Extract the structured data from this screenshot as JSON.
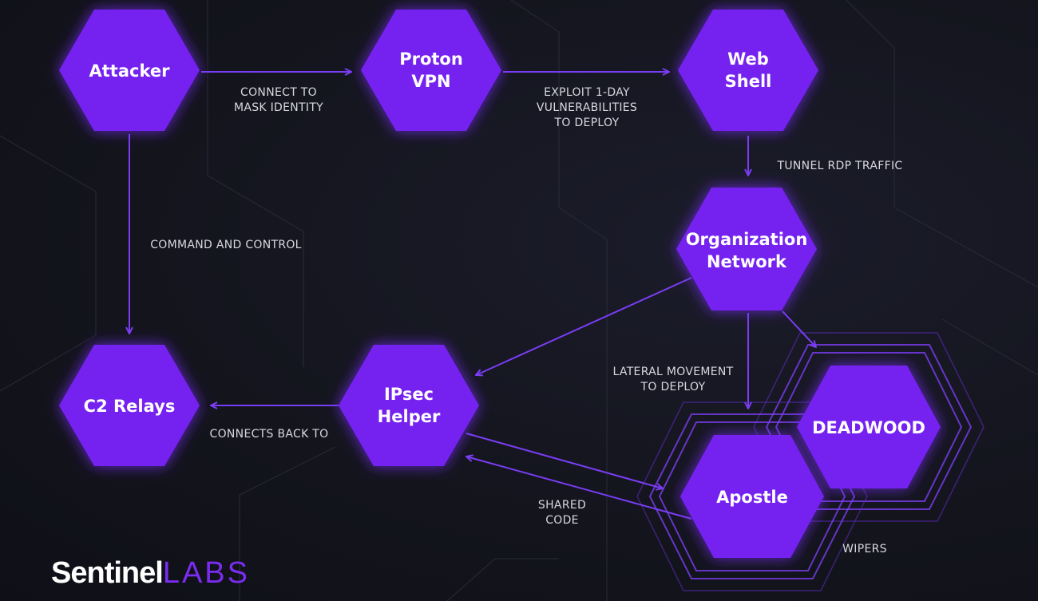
{
  "colors": {
    "hex_fill": "#7420f0",
    "edge": "#7a3df5",
    "background": "#12131b"
  },
  "nodes": {
    "attacker": [
      "Attacker"
    ],
    "proton": [
      "Proton",
      "VPN"
    ],
    "webshell": [
      "Web",
      "Shell"
    ],
    "org": [
      "Organization",
      "Network"
    ],
    "c2": [
      "C2 Relays"
    ],
    "ipsec": [
      "IPsec",
      "Helper"
    ],
    "apostle": [
      "Apostle"
    ],
    "deadwood": [
      "DEADWOOD"
    ]
  },
  "edges": {
    "connect_mask": [
      "CONNECT TO",
      "MASK IDENTITY"
    ],
    "exploit": [
      "EXPLOIT 1-DAY",
      "VULNERABILITIES",
      "TO DEPLOY"
    ],
    "tunnel": [
      "TUNNEL RDP TRAFFIC"
    ],
    "c2": [
      "COMMAND AND CONTROL"
    ],
    "lateral": [
      "LATERAL MOVEMENT",
      "TO DEPLOY"
    ],
    "connects_back": [
      "CONNECTS BACK TO"
    ],
    "shared": [
      "SHARED",
      "CODE"
    ],
    "wipers": [
      "WIPERS"
    ]
  },
  "logo": {
    "part1": "Sentinel",
    "part2": "LABS"
  }
}
